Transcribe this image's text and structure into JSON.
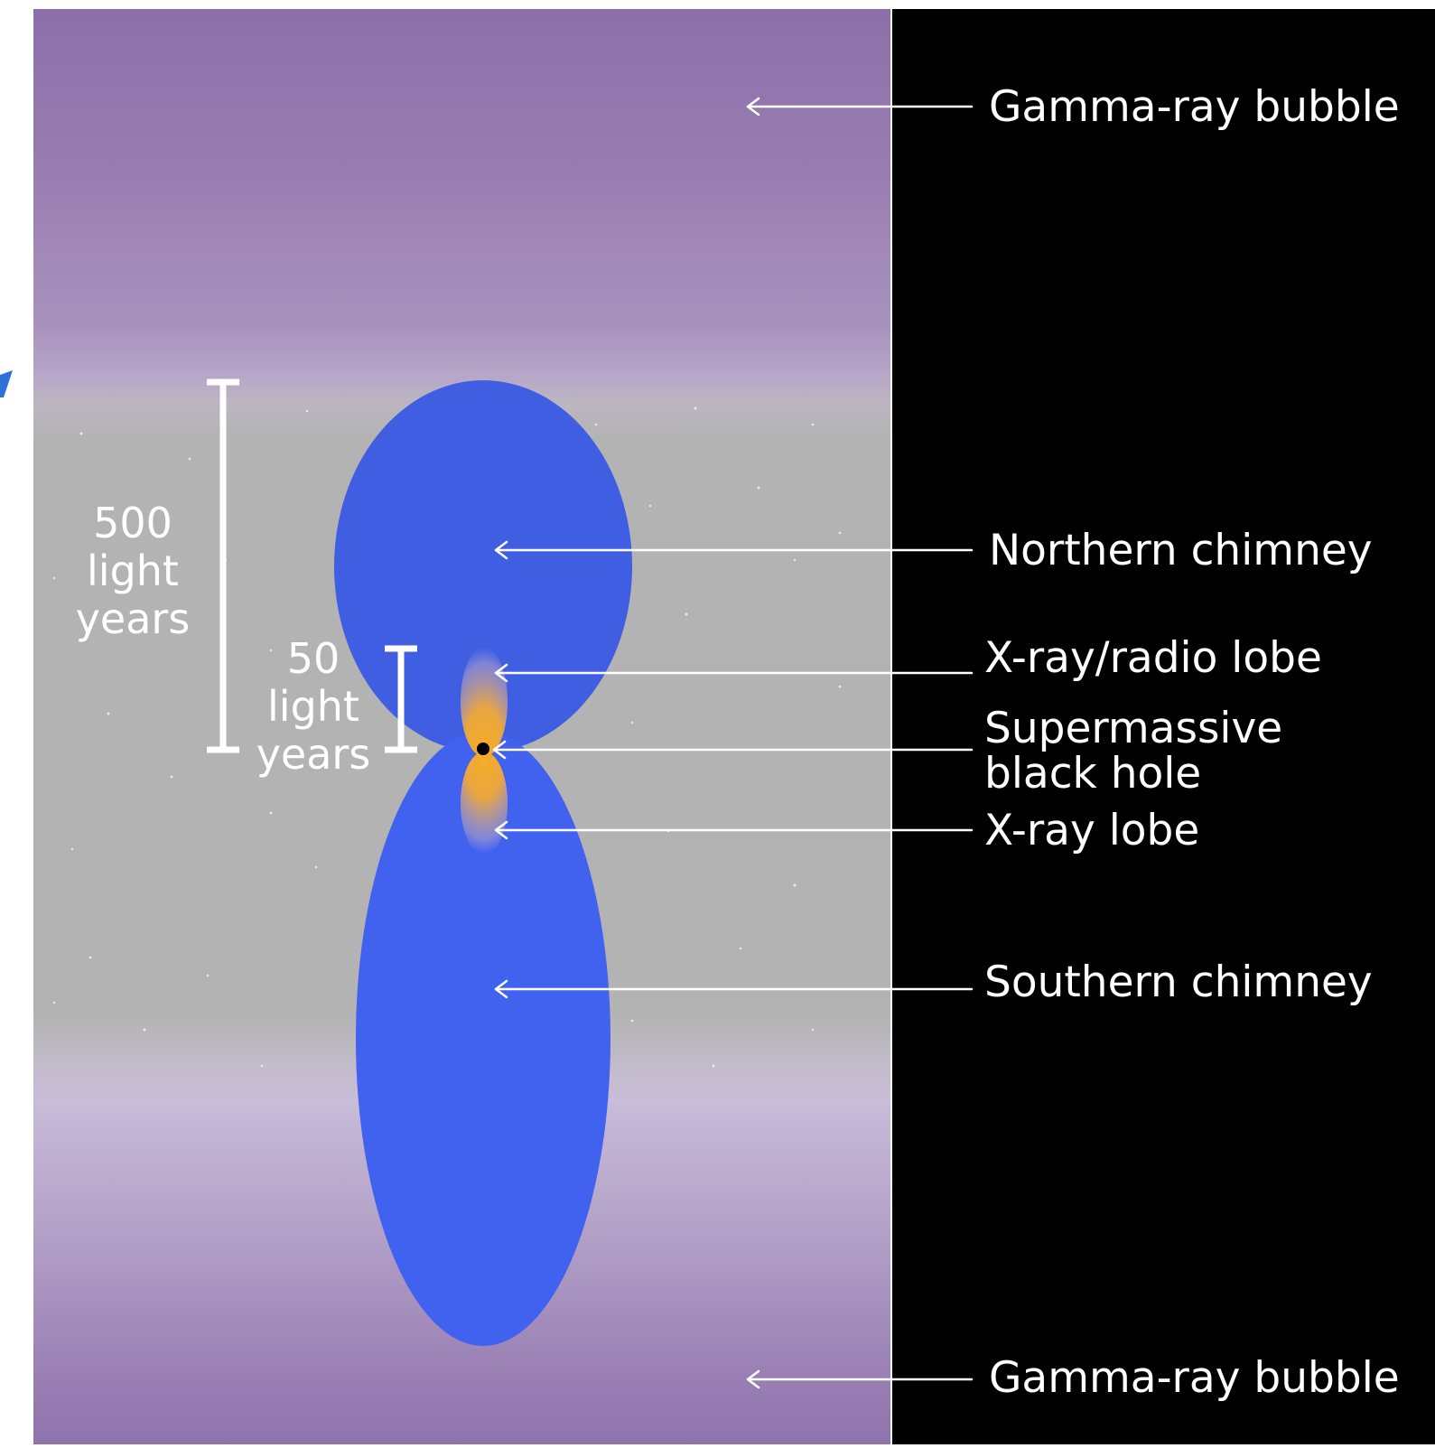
{
  "diagram": {
    "labels": {
      "gamma_top": "Gamma-ray bubble",
      "northern_chimney": "Northern chimney",
      "xray_radio_lobe": "X-ray/radio lobe",
      "black_hole_line1": "Supermassive",
      "black_hole_line2": "black hole",
      "xray_lobe": "X-ray lobe",
      "southern_chimney": "Southern chimney",
      "gamma_bottom": "Gamma-ray bubble"
    },
    "scale_bars": {
      "large": {
        "value": "500",
        "unit_line1": "light",
        "unit_line2": "years"
      },
      "small": {
        "value": "50",
        "unit_line1": "light",
        "unit_line2": "years"
      }
    },
    "colors": {
      "bubble_purple": "#8a6fa8",
      "bubble_light": "#b8a5cb",
      "core_gray": "#b3b3b3",
      "chimney_blue": "#3f5fe0",
      "lobe_orange": "#f0a92c",
      "black_panel": "#000000",
      "line_white": "#ffffff"
    }
  }
}
